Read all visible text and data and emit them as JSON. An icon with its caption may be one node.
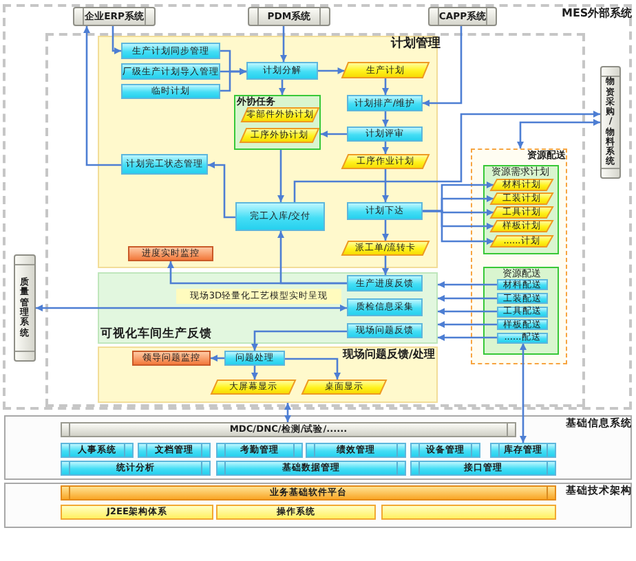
{
  "diagram": {
    "nodes": [
      {
        "text": [
          "MES外部系统"
        ]
      },
      {
        "text": [
          "企业ERP系统"
        ],
        "in": 0
      },
      {
        "text": [
          "PDM系统"
        ],
        "in": 0
      },
      {
        "text": [
          "CAPP系统"
        ],
        "in": 0
      },
      {
        "text": [
          "物资采购/物料系统"
        ],
        "in": 0
      },
      {
        "text": [
          "质量管理系统"
        ],
        "in": 0
      },
      {
        "text": [],
        "shape": "box",
        "in": 0
      },
      {
        "text": [
          "计划管理"
        ],
        "in": 6
      },
      {
        "text": [
          "生产计划同步管理"
        ],
        "in": 7
      },
      {
        "text": [
          "厂级生产计划导入管理"
        ],
        "in": 7
      },
      {
        "text": [
          "临时计划"
        ],
        "in": 7
      },
      {
        "text": [
          "计划分解"
        ],
        "in": 7
      },
      {
        "text": [
          "生产计划"
        ],
        "in": 7
      },
      {
        "text": [
          "外协任务"
        ],
        "in": 7
      },
      {
        "text": [
          "零部件外协计划"
        ],
        "in": 13
      },
      {
        "text": [
          "工序外协计划"
        ],
        "in": 13
      },
      {
        "text": [
          "计划排产/维护"
        ],
        "in": 7
      },
      {
        "text": [
          "计划评审"
        ],
        "in": 7
      },
      {
        "text": [
          "工序作业计划"
        ],
        "in": 7
      },
      {
        "text": [
          "计划完工状态管理"
        ],
        "in": 7
      },
      {
        "text": [
          "完工入库/交付"
        ],
        "in": 7
      },
      {
        "text": [
          "计划下达"
        ],
        "in": 7
      },
      {
        "text": [
          "进度实时监控"
        ],
        "in": 7
      },
      {
        "text": [
          "派工单/流转卡"
        ],
        "in": 7
      },
      {
        "text": [
          "可视化车间生产反馈"
        ],
        "in": 6
      },
      {
        "text": [
          "现场3D轻量化工艺模型实时呈现"
        ],
        "in": 24
      },
      {
        "text": [
          "生产进度反馈"
        ],
        "in": 24
      },
      {
        "text": [
          "质检信息采集"
        ],
        "in": 24
      },
      {
        "text": [
          "现场问题反馈"
        ],
        "in": 24
      },
      {
        "text": [
          "现场问题反馈/处理"
        ],
        "in": 6
      },
      {
        "text": [
          "领导问题监控"
        ],
        "in": 29
      },
      {
        "text": [
          "问题处理"
        ],
        "in": 29
      },
      {
        "text": [
          "大屏幕显示"
        ],
        "in": 29
      },
      {
        "text": [
          "桌面显示"
        ],
        "in": 29
      },
      {
        "text": [
          "资源配送"
        ],
        "in": 6
      },
      {
        "text": [
          "资源需求计划"
        ],
        "in": 34
      },
      {
        "text": [
          "材料计划"
        ],
        "in": 35
      },
      {
        "text": [
          "工装计划"
        ],
        "in": 35
      },
      {
        "text": [
          "工具计划"
        ],
        "in": 35
      },
      {
        "text": [
          "样板计划"
        ],
        "in": 35
      },
      {
        "text": [
          "......计划"
        ],
        "in": 35
      },
      {
        "text": [
          "资源配送"
        ],
        "in": 34
      },
      {
        "text": [
          "材料配送"
        ],
        "in": 41
      },
      {
        "text": [
          "工装配送"
        ],
        "in": 41
      },
      {
        "text": [
          "工具配送"
        ],
        "in": 41
      },
      {
        "text": [
          "样板配送"
        ],
        "in": 41
      },
      {
        "text": [
          "......配送"
        ],
        "in": 41
      },
      {
        "text": [
          "基础信息系统"
        ]
      },
      {
        "text": [
          "MDC/DNC/检测/试验/......"
        ],
        "in": 47
      },
      {
        "text": [
          "人事系统"
        ],
        "in": 47
      },
      {
        "text": [
          "文档管理"
        ],
        "in": 47
      },
      {
        "text": [
          "考勤管理"
        ],
        "in": 47
      },
      {
        "text": [
          "绩效管理"
        ],
        "in": 47
      },
      {
        "text": [
          "设备管理"
        ],
        "in": 47
      },
      {
        "text": [
          "库存管理"
        ],
        "in": 47
      },
      {
        "text": [
          "统计分析"
        ],
        "in": 47
      },
      {
        "text": [
          "基础数据管理"
        ],
        "in": 47
      },
      {
        "text": [
          "接口管理"
        ],
        "in": 47
      },
      {
        "text": [
          "基础技术架构"
        ]
      },
      {
        "text": [
          "业务基础软件平台"
        ],
        "in": 58
      },
      {
        "text": [
          "J2EE架构体系"
        ],
        "in": 58
      },
      {
        "text": [
          "操作系统"
        ],
        "in": 58
      },
      {
        "text": [],
        "shape": "box",
        "in": 58
      }
    ],
    "edges": [
      {
        "from": 1,
        "to": 8,
        "arrow": "to"
      },
      {
        "from": 19,
        "to": 1,
        "arrow": "to"
      },
      {
        "from": 8,
        "to": 11,
        "arrow": "to"
      },
      {
        "from": 9,
        "to": 11,
        "arrow": "to"
      },
      {
        "from": 10,
        "to": 11,
        "arrow": "to"
      },
      {
        "from": 2,
        "to": 11,
        "arrow": "to"
      },
      {
        "from": 11,
        "to": 12,
        "arrow": "to"
      },
      {
        "from": 11,
        "to": 13,
        "arrow": "to"
      },
      {
        "from": 12,
        "to": 16,
        "arrow": "to"
      },
      {
        "from": 3,
        "to": 16,
        "arrow": "to"
      },
      {
        "from": 16,
        "to": 17,
        "arrow": "to"
      },
      {
        "from": 17,
        "to": 13,
        "arrow": "to"
      },
      {
        "from": 17,
        "to": 18,
        "arrow": "to"
      },
      {
        "from": 18,
        "to": 21,
        "arrow": "to"
      },
      {
        "from": 20,
        "to": 4,
        "arrow": "to"
      },
      {
        "from": 21,
        "to": 23,
        "arrow": "to"
      },
      {
        "from": 23,
        "to": 26,
        "arrow": "to"
      },
      {
        "from": 13,
        "to": 20,
        "arrow": "to"
      },
      {
        "from": 20,
        "to": 19,
        "arrow": "to"
      },
      {
        "from": 26,
        "to": 20,
        "arrow": "to"
      },
      {
        "from": 26,
        "to": 22,
        "arrow": "to"
      },
      {
        "from": 27,
        "to": 5,
        "arrow": "both"
      },
      {
        "from": 28,
        "to": 31,
        "arrow": "to"
      },
      {
        "from": 31,
        "to": 30,
        "arrow": "to"
      },
      {
        "from": 31,
        "to": 32,
        "arrow": "to"
      },
      {
        "from": 31,
        "to": 33,
        "arrow": "to"
      },
      {
        "from": 21,
        "to": 36,
        "arrow": "to"
      },
      {
        "from": 21,
        "to": 37,
        "arrow": "to"
      },
      {
        "from": 21,
        "to": 38,
        "arrow": "to"
      },
      {
        "from": 21,
        "to": 39,
        "arrow": "to"
      },
      {
        "from": 21,
        "to": 40,
        "arrow": "to"
      },
      {
        "from": 34,
        "to": 4,
        "arrow": "both"
      },
      {
        "from": 42,
        "to": 24,
        "arrow": "to"
      },
      {
        "from": 43,
        "to": 24,
        "arrow": "to"
      },
      {
        "from": 44,
        "to": 24,
        "arrow": "to"
      },
      {
        "from": 45,
        "to": 24,
        "arrow": "to"
      },
      {
        "from": 46,
        "to": 24,
        "arrow": "to"
      },
      {
        "from": 54,
        "to": 46,
        "arrow": "both"
      },
      {
        "from": 29,
        "to": 48,
        "arrow": "both"
      }
    ]
  }
}
